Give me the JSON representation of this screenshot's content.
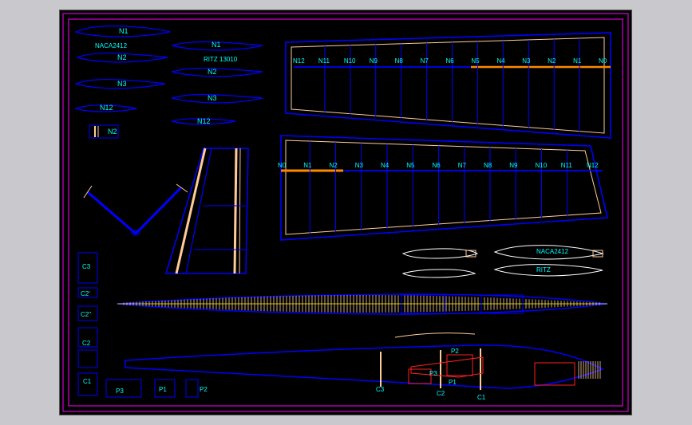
{
  "colors": {
    "background": "#000000",
    "frame_outer": "#ff00ff",
    "frame_inner": "#ff00ff",
    "outline": "#0000ff",
    "text": "#00ffff",
    "wood": "#ffcc99",
    "highlight": "#ff8800",
    "centerline": "#ffff00",
    "fuselage_parts": "#ff2020"
  },
  "airfoil_sections": {
    "naca_label": "NACA2412",
    "ritz_label": "RITZ 13010",
    "naca": [
      "N1",
      "N2",
      "N3",
      "N12",
      "N2"
    ],
    "ritz": [
      "N1",
      "N2",
      "N3",
      "N12"
    ]
  },
  "upper_wing": {
    "ribs": [
      "N12",
      "N11",
      "N10",
      "N9",
      "N8",
      "N7",
      "N6",
      "N5",
      "N4",
      "N3",
      "N2",
      "N1",
      "N0"
    ]
  },
  "lower_wing": {
    "ribs": [
      "N0",
      "N1",
      "N2",
      "N3",
      "N4",
      "N5",
      "N6",
      "N7",
      "N8",
      "N9",
      "N10",
      "N11",
      "N12"
    ]
  },
  "profile_callouts": {
    "naca": "NACA2412",
    "ritz": "RITZ"
  },
  "formers": {
    "left_column": [
      "C3",
      "C2'",
      "C2\"",
      "C2",
      "C1"
    ],
    "bottom_row": [
      "P3",
      "P1",
      "P2"
    ]
  },
  "fuselage_side": {
    "former_labels": [
      "C3",
      "C2",
      "C1"
    ],
    "part_labels": [
      "P2",
      "P3",
      "P1"
    ]
  }
}
